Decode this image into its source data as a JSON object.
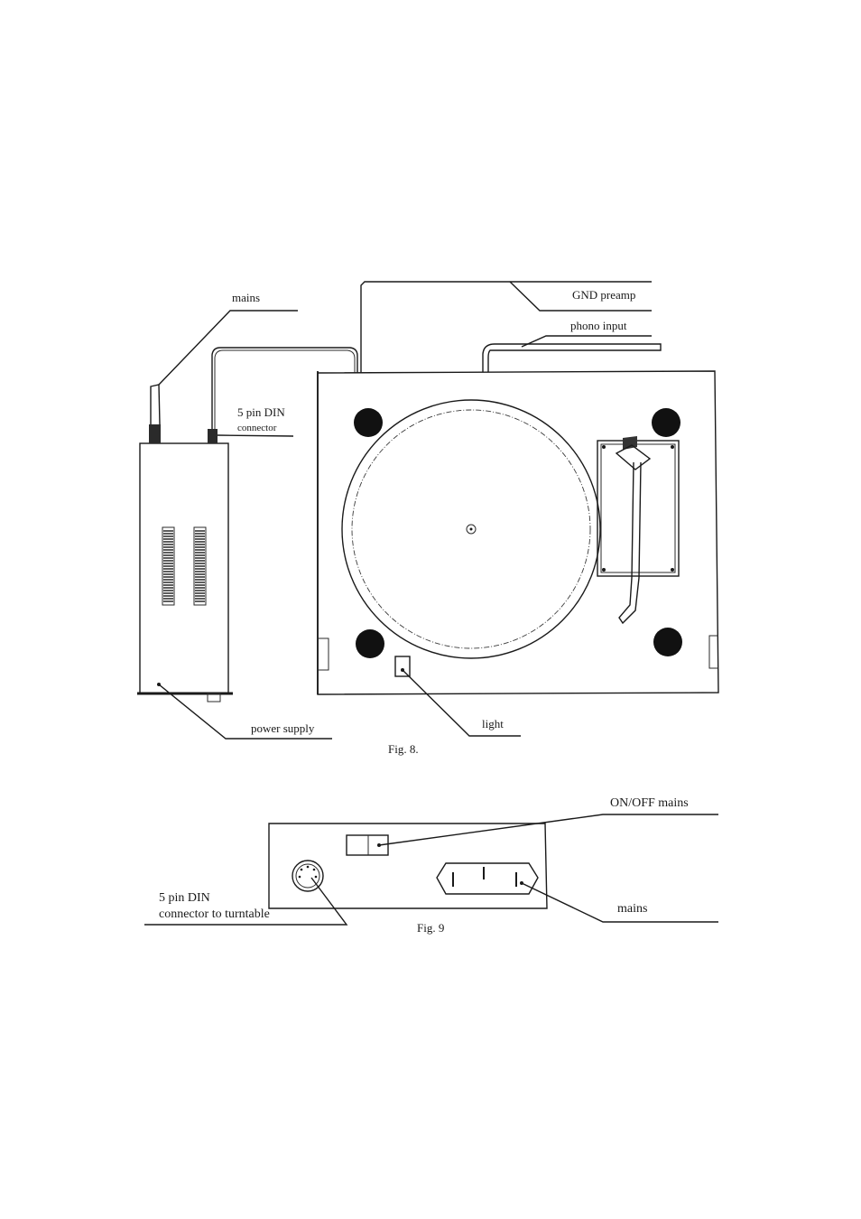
{
  "fig8": {
    "caption": "Fig. 8.",
    "labels": {
      "mains": "mains",
      "gnd_preamp": "GND preamp",
      "phono_input": "phono input",
      "din_line1": "5 pin DIN",
      "din_line2": "connector",
      "power_supply": "power supply",
      "light": "light"
    }
  },
  "fig9": {
    "caption": "Fig. 9",
    "labels": {
      "on_off_mains": "ON/OFF mains",
      "din_line1": "5 pin DIN",
      "din_line2": "connector to turntable",
      "mains": "mains"
    }
  },
  "colors": {
    "ink": "#1a1a1a",
    "paper": "#ffffff"
  }
}
